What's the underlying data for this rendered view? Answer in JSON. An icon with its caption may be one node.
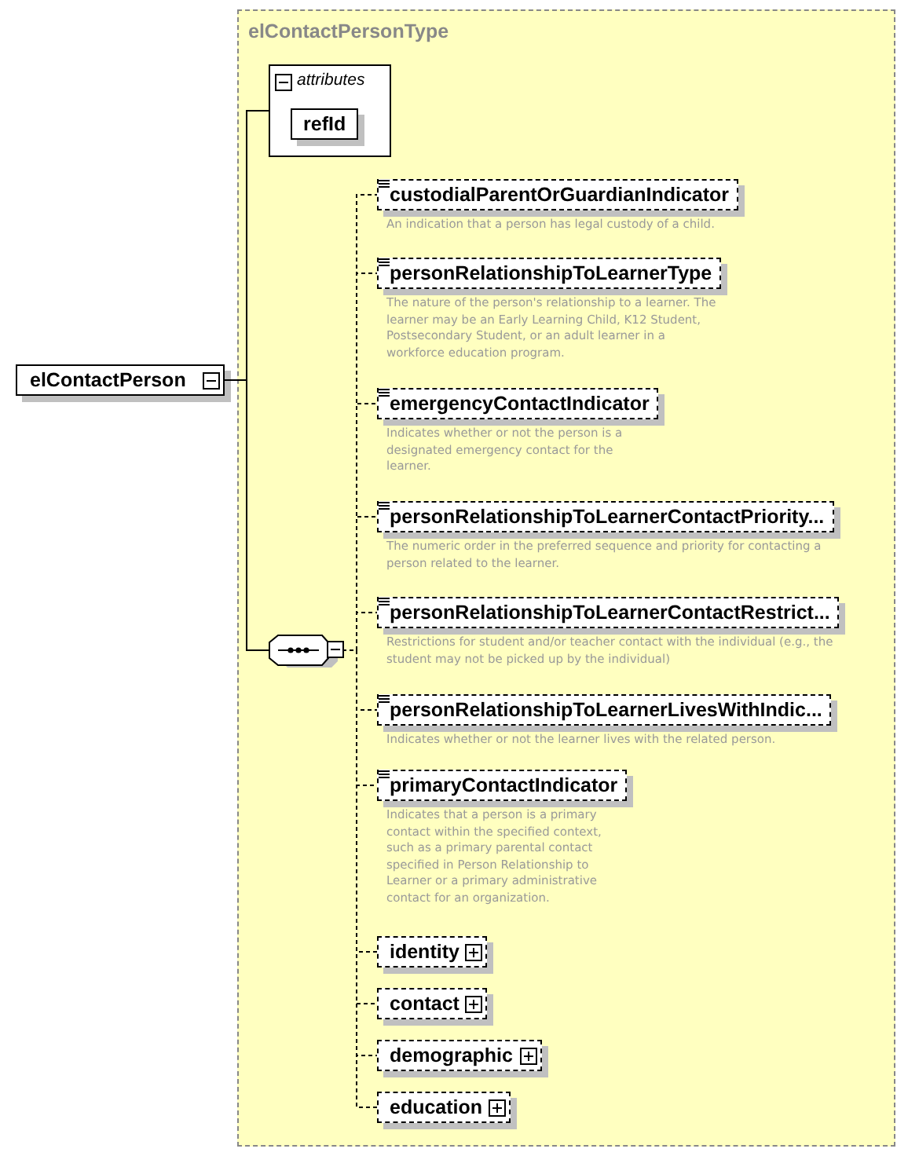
{
  "diagram": {
    "nodes": [
      {
        "text": [
          "elContactPerson"
        ]
      },
      {
        "text": [
          "elContactPersonType"
        ]
      },
      {
        "text": [
          "attributes"
        ],
        "in": 1
      },
      {
        "text": [
          "refId"
        ],
        "in": 2
      },
      {
        "text": [],
        "shape": "octagon",
        "in": 1
      },
      {
        "text": [
          "custodialParentOrGuardianIndicator"
        ],
        "in": 1,
        "beside": [
          "An indication that a person has legal custody of a child."
        ]
      },
      {
        "text": [
          "personRelationshipToLearnerType"
        ],
        "in": 1,
        "beside": [
          "The nature of the person's relationship to a learner. The learner may be an Early Learning Child, K12 Student, Postsecondary Student, or an adult learner in a workforce education program."
        ]
      },
      {
        "text": [
          "emergencyContactIndicator"
        ],
        "in": 1,
        "beside": [
          "Indicates whether or not the person is a designated emergency contact for the learner."
        ]
      },
      {
        "text": [
          "personRelationshipToLearnerContactPriority..."
        ],
        "in": 1,
        "beside": [
          "The numeric order in the preferred sequence and priority for contacting a person related to the learner."
        ]
      },
      {
        "text": [
          "personRelationshipToLearnerContactRestrict..."
        ],
        "in": 1,
        "beside": [
          "Restrictions for student and/or teacher contact with the individual (e.g., the student may not be picked up by the individual)"
        ]
      },
      {
        "text": [
          "personRelationshipToLearnerLivesWithIndic..."
        ],
        "in": 1,
        "beside": [
          "Indicates whether or not the learner lives with the related person."
        ]
      },
      {
        "text": [
          "primaryContactIndicator"
        ],
        "in": 1,
        "beside": [
          "Indicates that a person is a primary contact within the specified context, such as a primary parental contact specified in Person Relationship to Learner or a primary administrative contact for an organization."
        ]
      },
      {
        "text": [
          "identity"
        ],
        "in": 1
      },
      {
        "text": [
          "contact"
        ],
        "in": 1
      },
      {
        "text": [
          "demographic"
        ],
        "in": 1
      },
      {
        "text": [
          "education"
        ],
        "in": 1
      }
    ],
    "edges": [
      {
        "from": 0,
        "to": 2,
        "arrow": "none"
      },
      {
        "from": 0,
        "to": 4,
        "arrow": "none"
      },
      {
        "from": 4,
        "to": 5,
        "arrow": "none",
        "style": "dashed"
      },
      {
        "from": 4,
        "to": 6,
        "arrow": "none",
        "style": "dashed"
      },
      {
        "from": 4,
        "to": 7,
        "arrow": "none",
        "style": "dashed"
      },
      {
        "from": 4,
        "to": 8,
        "arrow": "none",
        "style": "dashed"
      },
      {
        "from": 4,
        "to": 9,
        "arrow": "none",
        "style": "dashed"
      },
      {
        "from": 4,
        "to": 10,
        "arrow": "none",
        "style": "dashed"
      },
      {
        "from": 4,
        "to": 11,
        "arrow": "none",
        "style": "dashed"
      },
      {
        "from": 4,
        "to": 12,
        "arrow": "none",
        "style": "dashed"
      },
      {
        "from": 4,
        "to": 13,
        "arrow": "none",
        "style": "dashed"
      },
      {
        "from": 4,
        "to": 14,
        "arrow": "none",
        "style": "dashed"
      },
      {
        "from": 4,
        "to": 15,
        "arrow": "none",
        "style": "dashed"
      }
    ]
  }
}
